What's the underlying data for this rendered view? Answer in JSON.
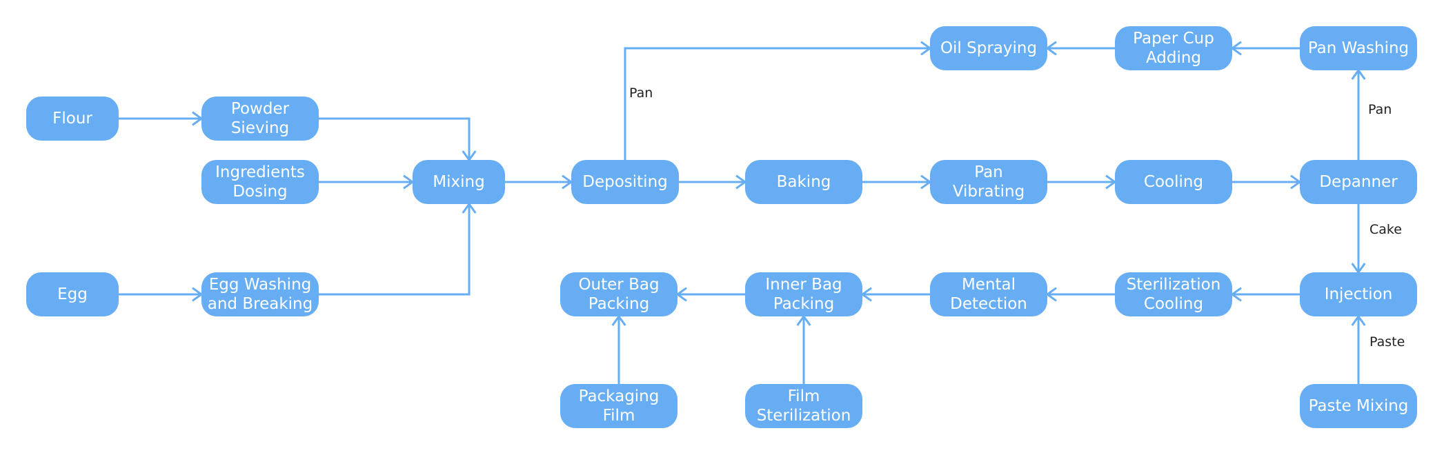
{
  "colors": {
    "node_fill": "#66adf3",
    "node_text": "#ffffff",
    "edge": "#66adf3",
    "label_text": "#222222"
  },
  "nodes": [
    {
      "id": "flour",
      "label": "Flour"
    },
    {
      "id": "powder-sieving",
      "label": "Powder\nSieving"
    },
    {
      "id": "ingredients-dosing",
      "label": "Ingredients\nDosing"
    },
    {
      "id": "mixing",
      "label": "Mixing"
    },
    {
      "id": "egg",
      "label": "Egg"
    },
    {
      "id": "egg-washing",
      "label": "Egg Washing\nand Breaking"
    },
    {
      "id": "depositing",
      "label": "Depositing"
    },
    {
      "id": "baking",
      "label": "Baking"
    },
    {
      "id": "pan-vibrating",
      "label": "Pan\nVibrating"
    },
    {
      "id": "cooling",
      "label": "Cooling"
    },
    {
      "id": "depanner",
      "label": "Depanner"
    },
    {
      "id": "oil-spraying",
      "label": "Oil Spraying"
    },
    {
      "id": "paper-cup-adding",
      "label": "Paper Cup\nAdding"
    },
    {
      "id": "pan-washing",
      "label": "Pan Washing"
    },
    {
      "id": "injection",
      "label": "Injection"
    },
    {
      "id": "sterilization-cooling",
      "label": "Sterilization\nCooling"
    },
    {
      "id": "mental-detection",
      "label": "Mental\nDetection"
    },
    {
      "id": "inner-bag-packing",
      "label": "Inner Bag\nPacking"
    },
    {
      "id": "outer-bag-packing",
      "label": "Outer Bag\nPacking"
    },
    {
      "id": "packaging-film",
      "label": "Packaging\nFilm"
    },
    {
      "id": "film-sterilization",
      "label": "Film\nSterilization"
    },
    {
      "id": "paste-mixing",
      "label": "Paste Mixing"
    }
  ],
  "edges": [
    {
      "from": "flour",
      "to": "powder-sieving",
      "label": ""
    },
    {
      "from": "powder-sieving",
      "to": "mixing",
      "label": ""
    },
    {
      "from": "ingredients-dosing",
      "to": "mixing",
      "label": ""
    },
    {
      "from": "egg",
      "to": "egg-washing",
      "label": ""
    },
    {
      "from": "egg-washing",
      "to": "mixing",
      "label": ""
    },
    {
      "from": "mixing",
      "to": "depositing",
      "label": ""
    },
    {
      "from": "depositing",
      "to": "baking",
      "label": ""
    },
    {
      "from": "baking",
      "to": "pan-vibrating",
      "label": ""
    },
    {
      "from": "pan-vibrating",
      "to": "cooling",
      "label": ""
    },
    {
      "from": "cooling",
      "to": "depanner",
      "label": ""
    },
    {
      "from": "depanner",
      "to": "pan-washing",
      "label": "Pan"
    },
    {
      "from": "pan-washing",
      "to": "paper-cup-adding",
      "label": ""
    },
    {
      "from": "paper-cup-adding",
      "to": "oil-spraying",
      "label": ""
    },
    {
      "from": "depositing",
      "to": "oil-spraying",
      "label": "Pan"
    },
    {
      "from": "depanner",
      "to": "injection",
      "label": "Cake"
    },
    {
      "from": "paste-mixing",
      "to": "injection",
      "label": "Paste"
    },
    {
      "from": "injection",
      "to": "sterilization-cooling",
      "label": ""
    },
    {
      "from": "sterilization-cooling",
      "to": "mental-detection",
      "label": ""
    },
    {
      "from": "mental-detection",
      "to": "inner-bag-packing",
      "label": ""
    },
    {
      "from": "inner-bag-packing",
      "to": "outer-bag-packing",
      "label": ""
    },
    {
      "from": "film-sterilization",
      "to": "inner-bag-packing",
      "label": ""
    },
    {
      "from": "packaging-film",
      "to": "outer-bag-packing",
      "label": ""
    }
  ]
}
